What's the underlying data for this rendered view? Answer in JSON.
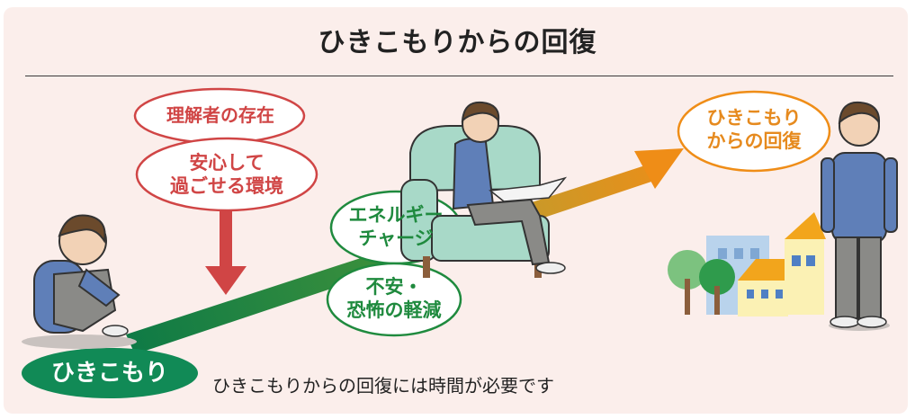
{
  "title": "ひきこもりからの回復",
  "start_label": "ひきこもり",
  "caption": "ひきこもりからの回復には時間が必要です",
  "bubbles": {
    "understanding": "理解者の存在",
    "safe_env": [
      "安心して",
      "過ごせる環境"
    ],
    "energy": [
      "エネルギー",
      "チャージ"
    ],
    "anxiety": [
      "不安・",
      "恐怖の軽減"
    ],
    "recovery": [
      "ひきこもり",
      "からの回復"
    ]
  },
  "colors": {
    "panel": "#fbeeeb",
    "red": "#d04545",
    "green": "#1f8a3e",
    "orange": "#e68a1e"
  }
}
